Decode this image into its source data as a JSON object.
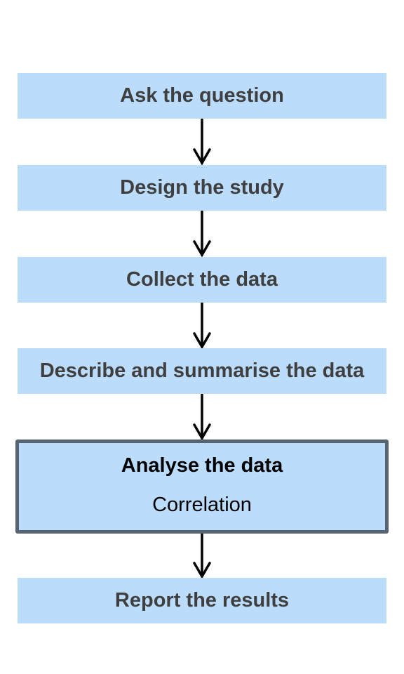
{
  "steps": [
    {
      "label": "Ask the question"
    },
    {
      "label": "Design the study"
    },
    {
      "label": "Collect the data"
    },
    {
      "label": "Describe and summarise the data"
    }
  ],
  "active_step": {
    "title": "Analyse the data",
    "subtitle": "Correlation"
  },
  "final_step": {
    "label": "Report the results"
  },
  "colors": {
    "box_fill": "#bcdcfb",
    "box_text": "#3f3f3f",
    "active_border": "#566373",
    "arrow": "#000000"
  }
}
